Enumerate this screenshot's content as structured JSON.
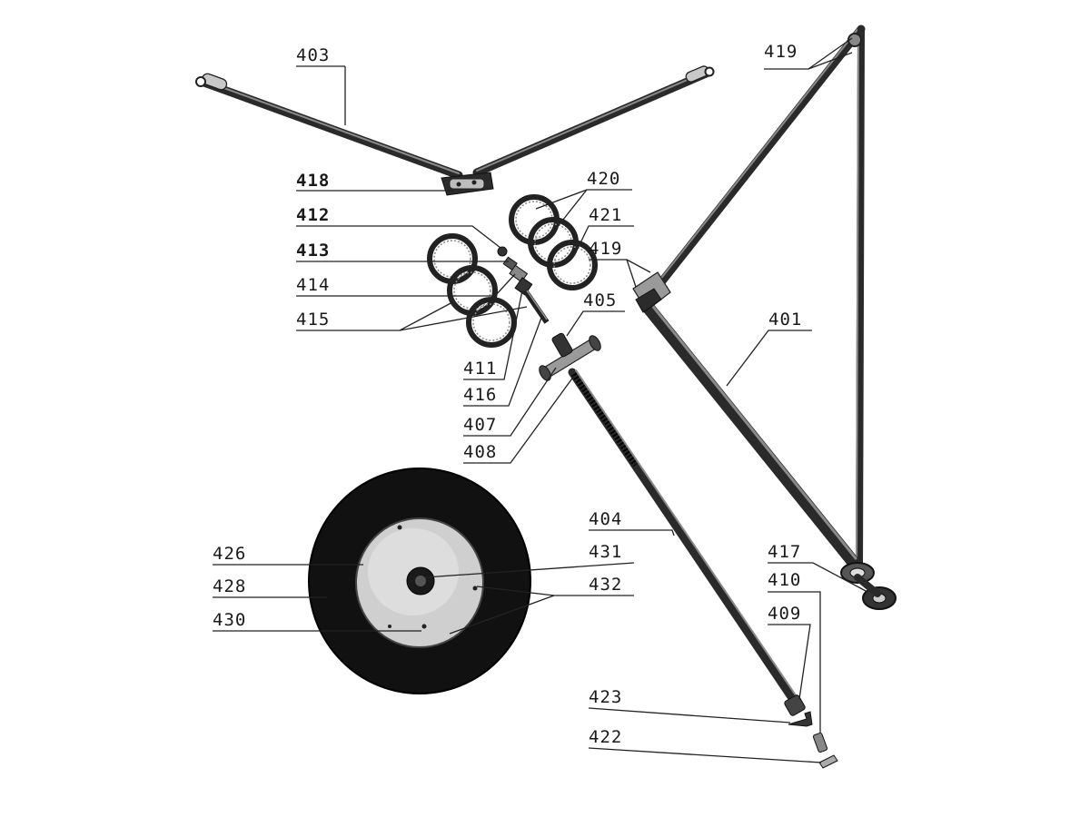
{
  "labels": {
    "l403": "403",
    "l418": "418",
    "l412": "412",
    "l413": "413",
    "l414": "414",
    "l415": "415",
    "l411": "411",
    "l416": "416",
    "l407": "407",
    "l408": "408",
    "l420": "420",
    "l421": "421",
    "l419a": "419",
    "l419b": "419",
    "l405": "405",
    "l401": "401",
    "l404": "404",
    "l417": "417",
    "l410": "410",
    "l409": "409",
    "l426": "426",
    "l428": "428",
    "l430": "430",
    "l431": "431",
    "l432": "432",
    "l423": "423",
    "l422": "422"
  }
}
